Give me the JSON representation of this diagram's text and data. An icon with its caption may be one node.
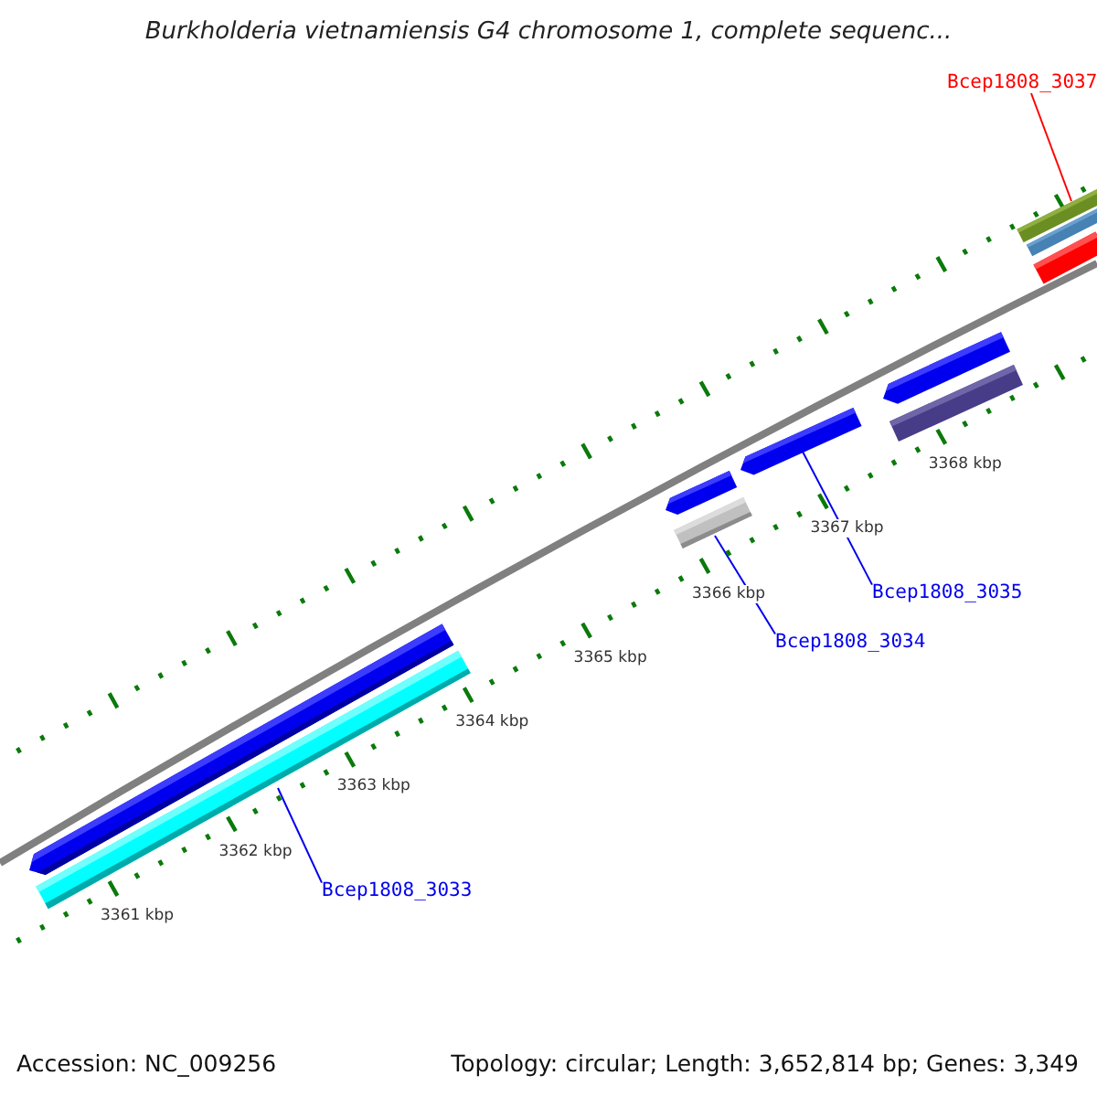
{
  "diagram": {
    "title": "Burkholderia vietnamiensis G4 chromosome 1, complete sequenc...",
    "nodes": [
      {
        "text": [
          "Bcep1808_3037"
        ]
      },
      {
        "text": [],
        "shape": "bar"
      },
      {
        "text": [],
        "shape": "bar"
      },
      {
        "text": [],
        "shape": "bar"
      },
      {
        "text": [],
        "shape": "bar"
      },
      {
        "text": [],
        "shape": "bar"
      },
      {
        "text": [],
        "shape": "bar"
      },
      {
        "text": [],
        "shape": "bar"
      },
      {
        "text": [],
        "shape": "bar"
      },
      {
        "text": [
          "Bcep1808_3035"
        ]
      },
      {
        "text": [
          "Bcep1808_3034"
        ]
      },
      {
        "text": [],
        "shape": "bar"
      },
      {
        "text": [],
        "shape": "bar"
      },
      {
        "text": [
          "Bcep1808_3033"
        ]
      }
    ],
    "edges": [
      {
        "from": 0,
        "to": 1,
        "arrow": "none",
        "color": "#ff0000"
      },
      {
        "from": 9,
        "to": 6,
        "arrow": "none"
      },
      {
        "from": 10,
        "to": 8,
        "arrow": "none"
      },
      {
        "from": 13,
        "to": 12,
        "arrow": "none"
      }
    ],
    "labels": [
      "3361 kbp",
      "3362 kbp",
      "3363 kbp",
      "3364 kbp",
      "3365 kbp",
      "3366 kbp",
      "3367 kbp",
      "3368 kbp",
      "Accession: NC_009256",
      "Topology: circular; Length: 3,652,814 bp; Genes: 3,349"
    ]
  }
}
